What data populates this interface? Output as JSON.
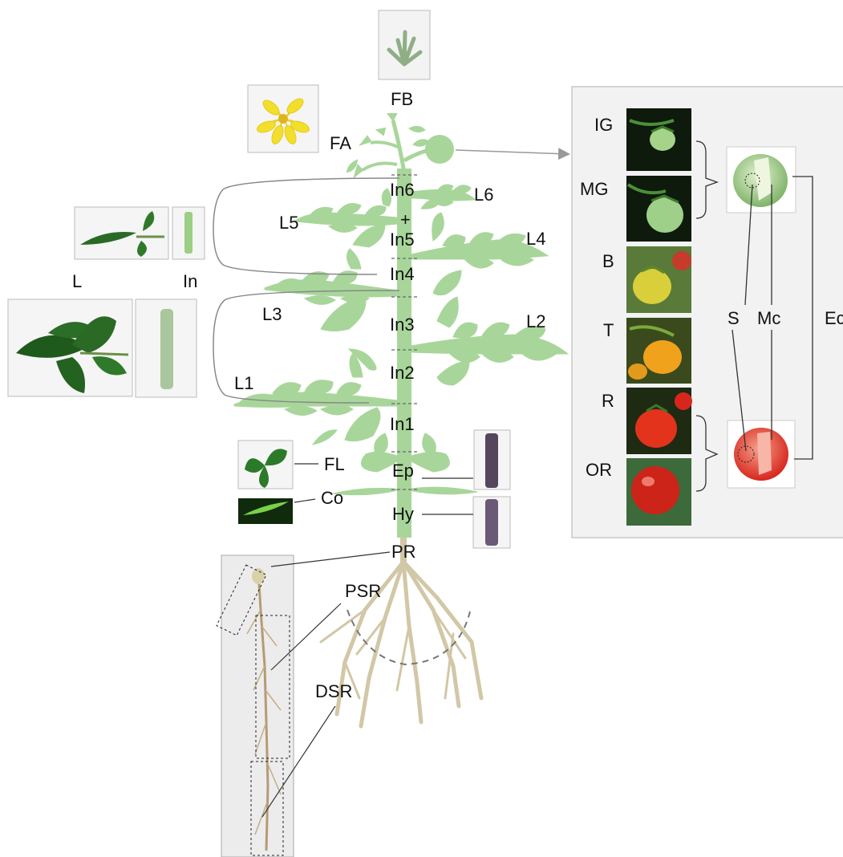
{
  "colors": {
    "plant": "#a8d69a",
    "root": "#d2c7a6",
    "panel": "#f2f2f2",
    "panel_border": "#c8c8c8",
    "line": "#555555",
    "arrow": "#999999"
  },
  "labels": {
    "FB": "FB",
    "FA": "FA",
    "In6": "In6",
    "In5": "In5",
    "In4": "In4",
    "In3": "In3",
    "In2": "In2",
    "In1": "In1",
    "L6": "L6",
    "L5": "L5",
    "L4": "L4",
    "L3": "L3",
    "L2": "L2",
    "L1": "L1",
    "L": "L",
    "In": "In",
    "FL": "FL",
    "Ep": "Ep",
    "Co": "Co",
    "Hy": "Hy",
    "PR": "PR",
    "PSR": "PSR",
    "DSR": "DSR",
    "IG": "IG",
    "MG": "MG",
    "B": "B",
    "T": "T",
    "R": "R",
    "OR": "OR",
    "S": "S",
    "Mc": "Mc",
    "Ec": "Ec"
  },
  "icons": {
    "plus": "+",
    "fruit_stages": [
      "immature-green-fruit-photo",
      "mature-green-fruit-photo",
      "breaker-fruit-photo",
      "turning-fruit-photo",
      "red-fruit-photo",
      "overripe-fruit-photo"
    ]
  }
}
